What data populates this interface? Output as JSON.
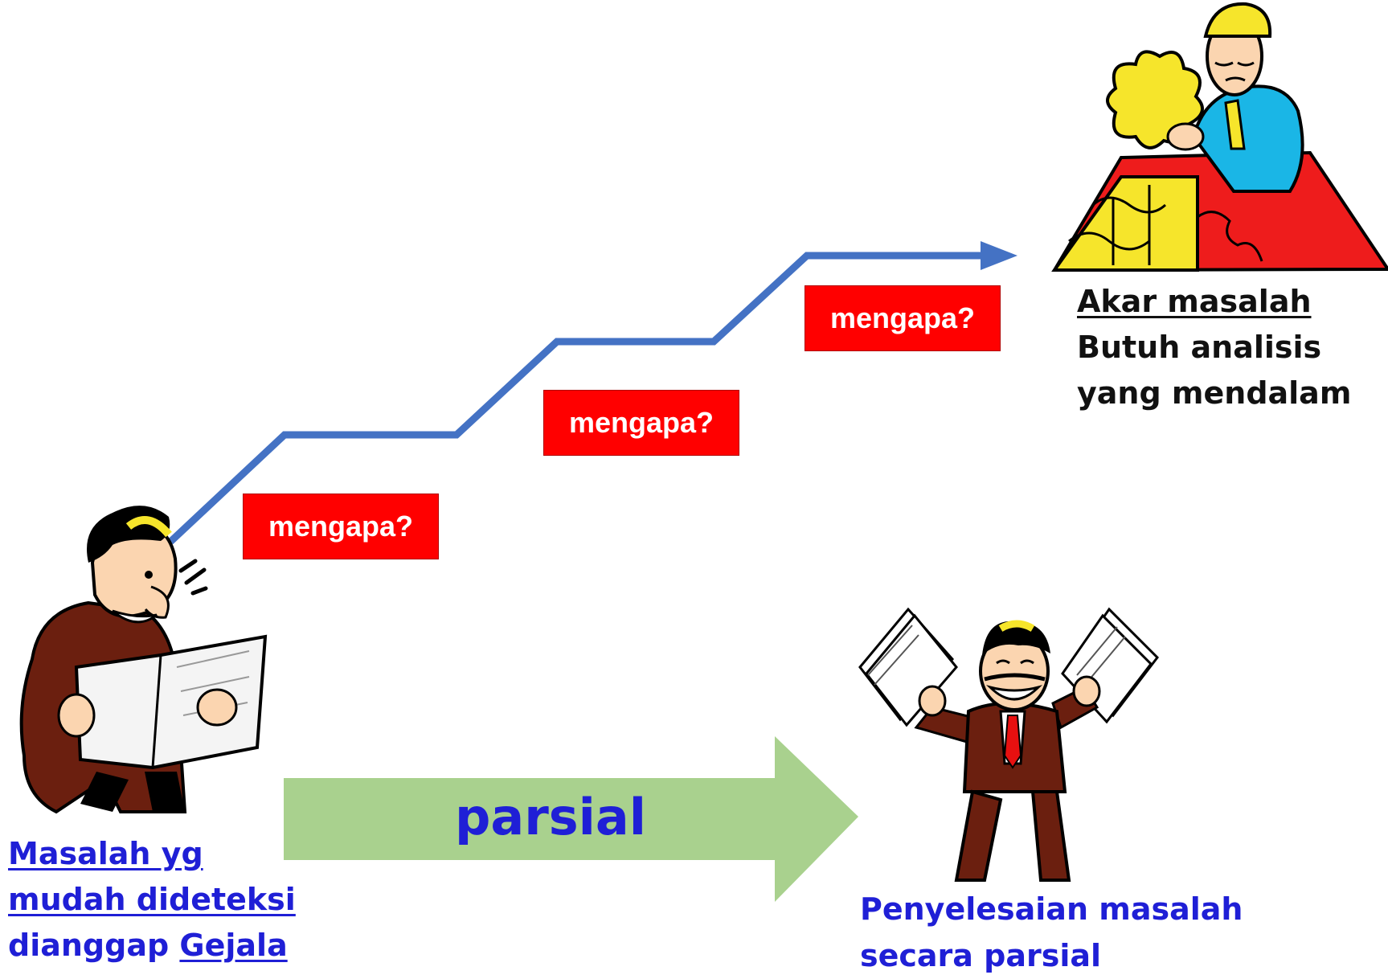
{
  "steps": [
    {
      "label": "mengapa?"
    },
    {
      "label": "mengapa?"
    },
    {
      "label": "mengapa?"
    }
  ],
  "root_cause": {
    "title": "Akar masalah",
    "line2": "Butuh analisis",
    "line3": "yang mendalam"
  },
  "symptom": {
    "line1": "Masalah yg",
    "line2": "mudah dideteksi",
    "line3_prefix": "dianggap ",
    "line3_underlined": "Gejala"
  },
  "partial_arrow": {
    "label": "parsial"
  },
  "partial_solution": {
    "line1": "Penyelesaian masalah",
    "line2": "secara parsial"
  },
  "colors": {
    "stair_line": "#4472c4",
    "step_box": "#ff0000",
    "big_arrow": "#a9d18e",
    "blue_text": "#1f1fd6"
  },
  "icons": [
    "reading-man-clipart",
    "puzzle-man-clipart",
    "papers-man-clipart"
  ]
}
